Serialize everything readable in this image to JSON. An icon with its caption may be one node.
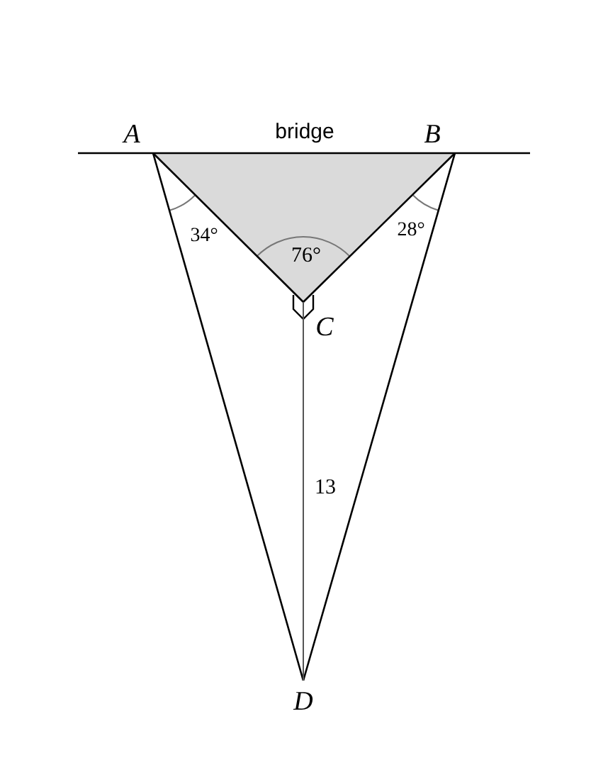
{
  "diagram": {
    "nodes": [
      {
        "text": [
          "A"
        ]
      },
      {
        "text": [
          "B"
        ]
      },
      {
        "text": [
          "C"
        ]
      },
      {
        "text": [
          "D"
        ]
      }
    ],
    "edges": [
      {
        "from": 0,
        "to": 1,
        "arrow": "none"
      },
      {
        "from": 0,
        "to": 2,
        "arrow": "none"
      },
      {
        "from": 1,
        "to": 2,
        "arrow": "none"
      },
      {
        "from": 0,
        "to": 3,
        "arrow": "none"
      },
      {
        "from": 1,
        "to": 3,
        "arrow": "none"
      },
      {
        "from": 2,
        "to": 3,
        "arrow": "none",
        "label": "13"
      }
    ],
    "labels": [
      "bridge",
      "34°",
      "28°",
      "76°"
    ]
  }
}
